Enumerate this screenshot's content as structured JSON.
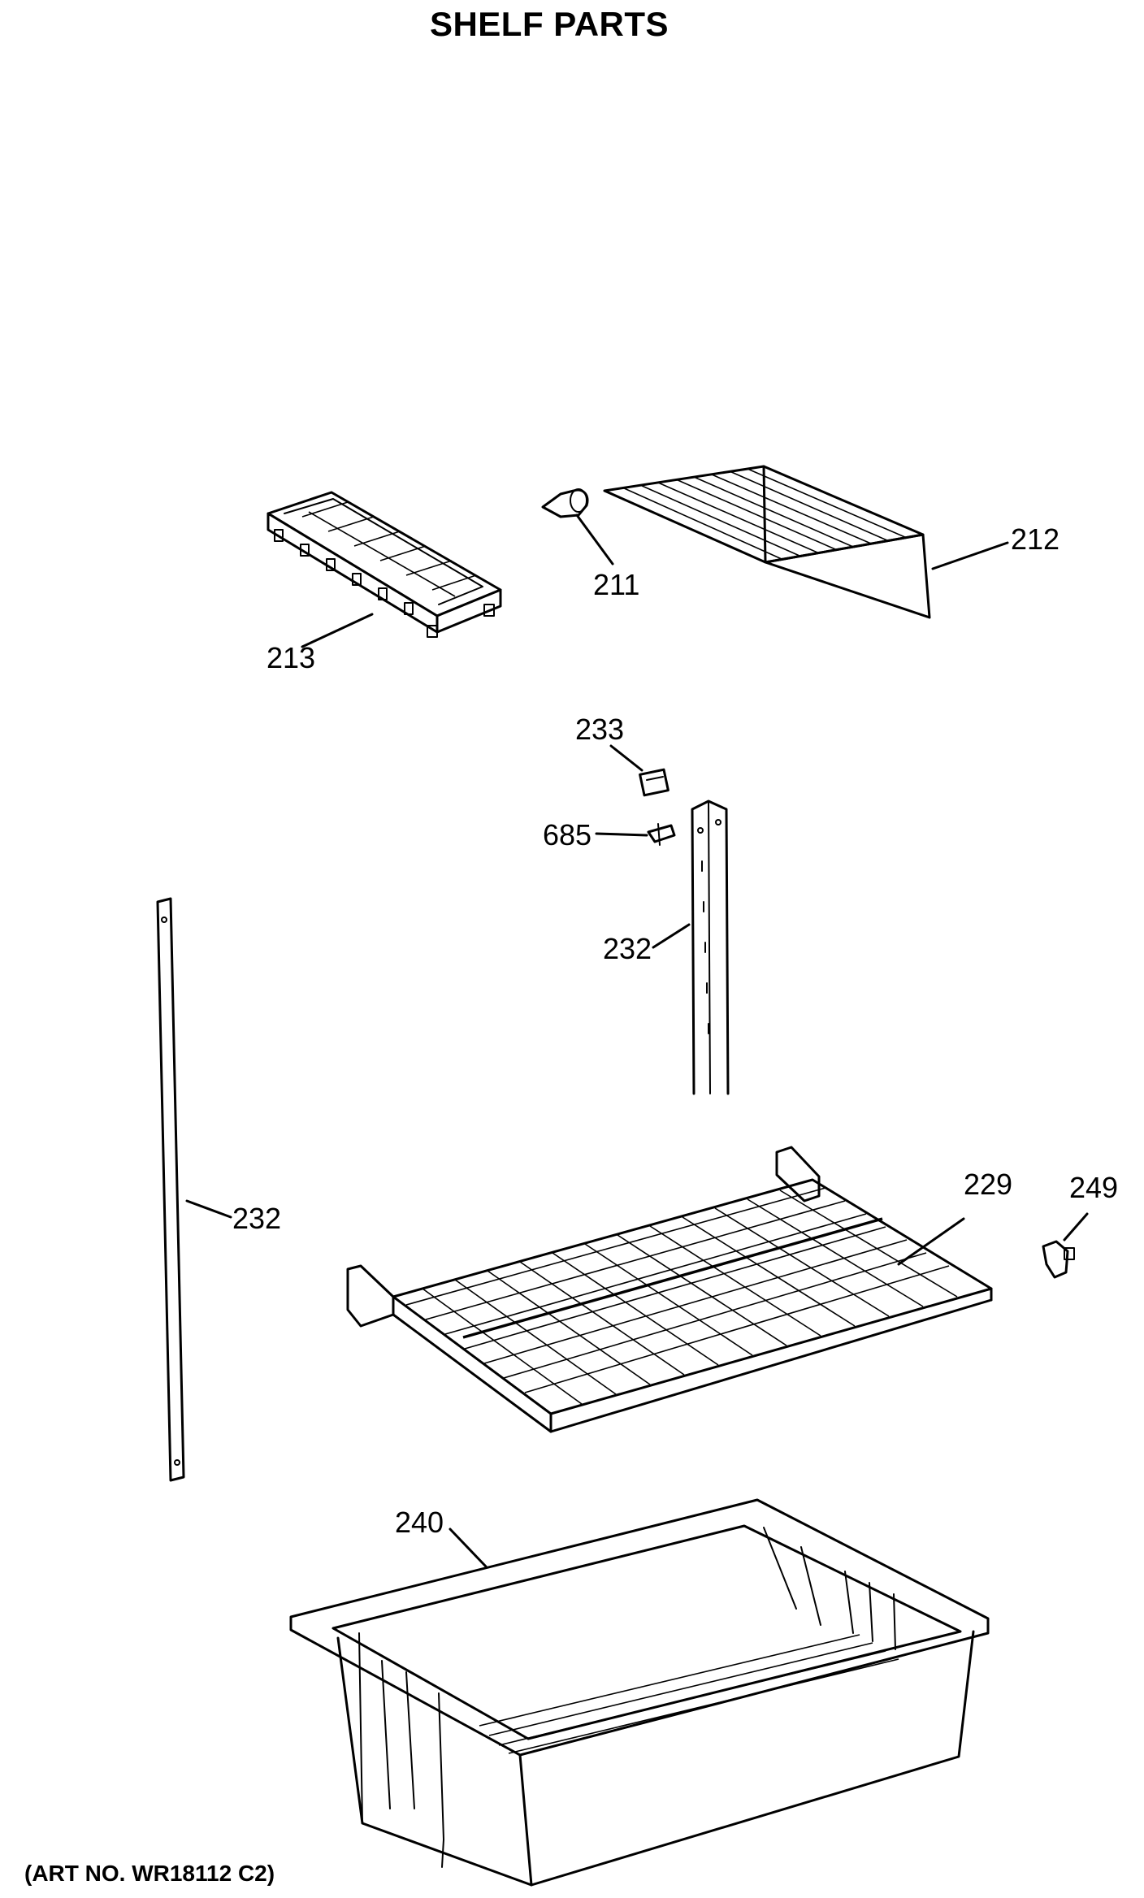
{
  "title": "SHELF PARTS",
  "art_number": "(ART NO. WR18112 C2)",
  "callouts": [
    {
      "id": "213",
      "label": "213"
    },
    {
      "id": "211",
      "label": "211"
    },
    {
      "id": "212",
      "label": "212"
    },
    {
      "id": "233",
      "label": "233"
    },
    {
      "id": "685",
      "label": "685"
    },
    {
      "id": "232a",
      "label": "232"
    },
    {
      "id": "232b",
      "label": "232"
    },
    {
      "id": "229",
      "label": "229"
    },
    {
      "id": "249",
      "label": "249"
    },
    {
      "id": "240",
      "label": "240"
    }
  ],
  "parts": [
    {
      "number": "213",
      "name": "ice-tray"
    },
    {
      "number": "211",
      "name": "shelf-peg"
    },
    {
      "number": "212",
      "name": "wire-shelf-small"
    },
    {
      "number": "233",
      "name": "clip"
    },
    {
      "number": "685",
      "name": "screw"
    },
    {
      "number": "232",
      "name": "shelf-support-rail"
    },
    {
      "number": "229",
      "name": "wire-shelf-large"
    },
    {
      "number": "249",
      "name": "shelf-bracket-clip"
    },
    {
      "number": "240",
      "name": "crisper-pan"
    }
  ]
}
